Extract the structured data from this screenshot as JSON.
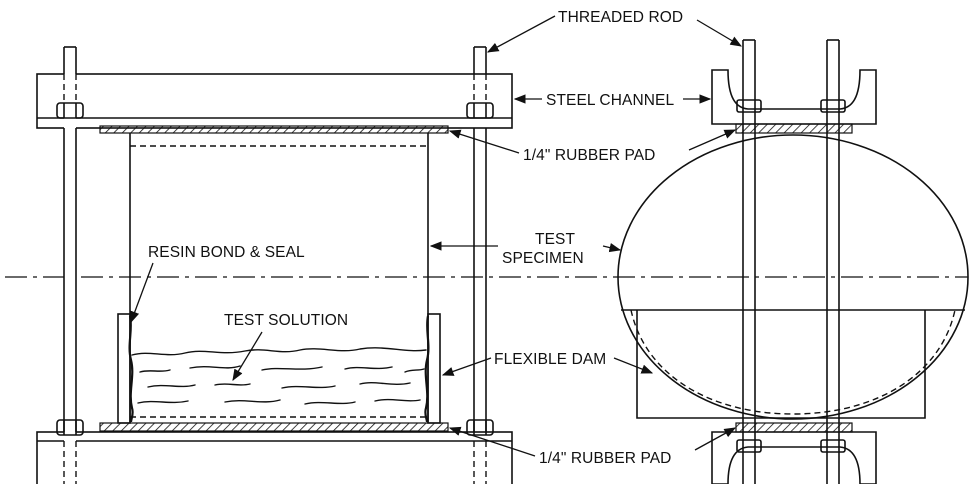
{
  "labels": {
    "threaded_rod": "THREADED ROD",
    "steel_channel": "STEEL CHANNEL",
    "rubber_pad_top": "1/4\" RUBBER PAD",
    "test_specimen_line1": "TEST",
    "test_specimen_line2": "SPECIMEN",
    "resin_bond_seal": "RESIN BOND & SEAL",
    "test_solution": "TEST SOLUTION",
    "flexible_dam": "FLEXIBLE DAM",
    "rubber_pad_bottom": "1/4\" RUBBER PAD"
  }
}
